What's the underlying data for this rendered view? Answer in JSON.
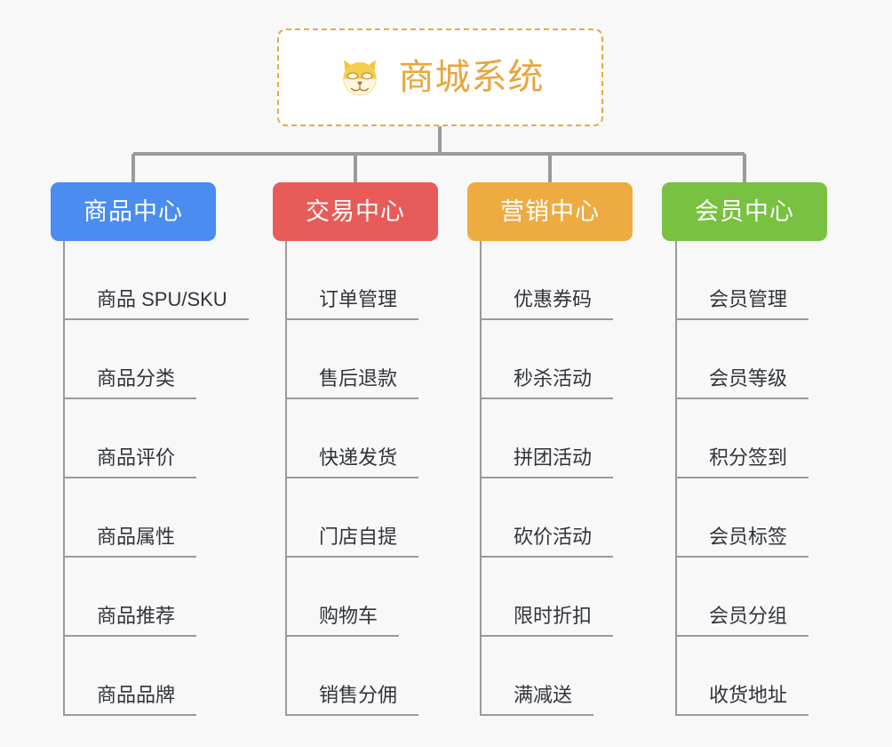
{
  "background_color": "#f8f8f8",
  "root": {
    "title": "商城系统",
    "icon": "shiba-dog-face-icon",
    "text_color": "#e8a63d",
    "border_color": "#eaa93f",
    "background_color": "#ffffff"
  },
  "connector_color": "#9a9a9a",
  "categories": [
    {
      "label": "商品中心",
      "color": "#4a8cf0",
      "items": [
        "商品 SPU/SKU",
        "商品分类",
        "商品评价",
        "商品属性",
        "商品推荐",
        "商品品牌"
      ]
    },
    {
      "label": "交易中心",
      "color": "#e75c58",
      "items": [
        "订单管理",
        "售后退款",
        "快递发货",
        "门店自提",
        "购物车",
        "销售分佣"
      ]
    },
    {
      "label": "营销中心",
      "color": "#eeab41",
      "items": [
        "优惠券码",
        "秒杀活动",
        "拼团活动",
        "砍价活动",
        "限时折扣",
        "满减送"
      ]
    },
    {
      "label": "会员中心",
      "color": "#79c140",
      "items": [
        "会员管理",
        "会员等级",
        "积分签到",
        "会员标签",
        "会员分组",
        "收货地址"
      ]
    }
  ]
}
